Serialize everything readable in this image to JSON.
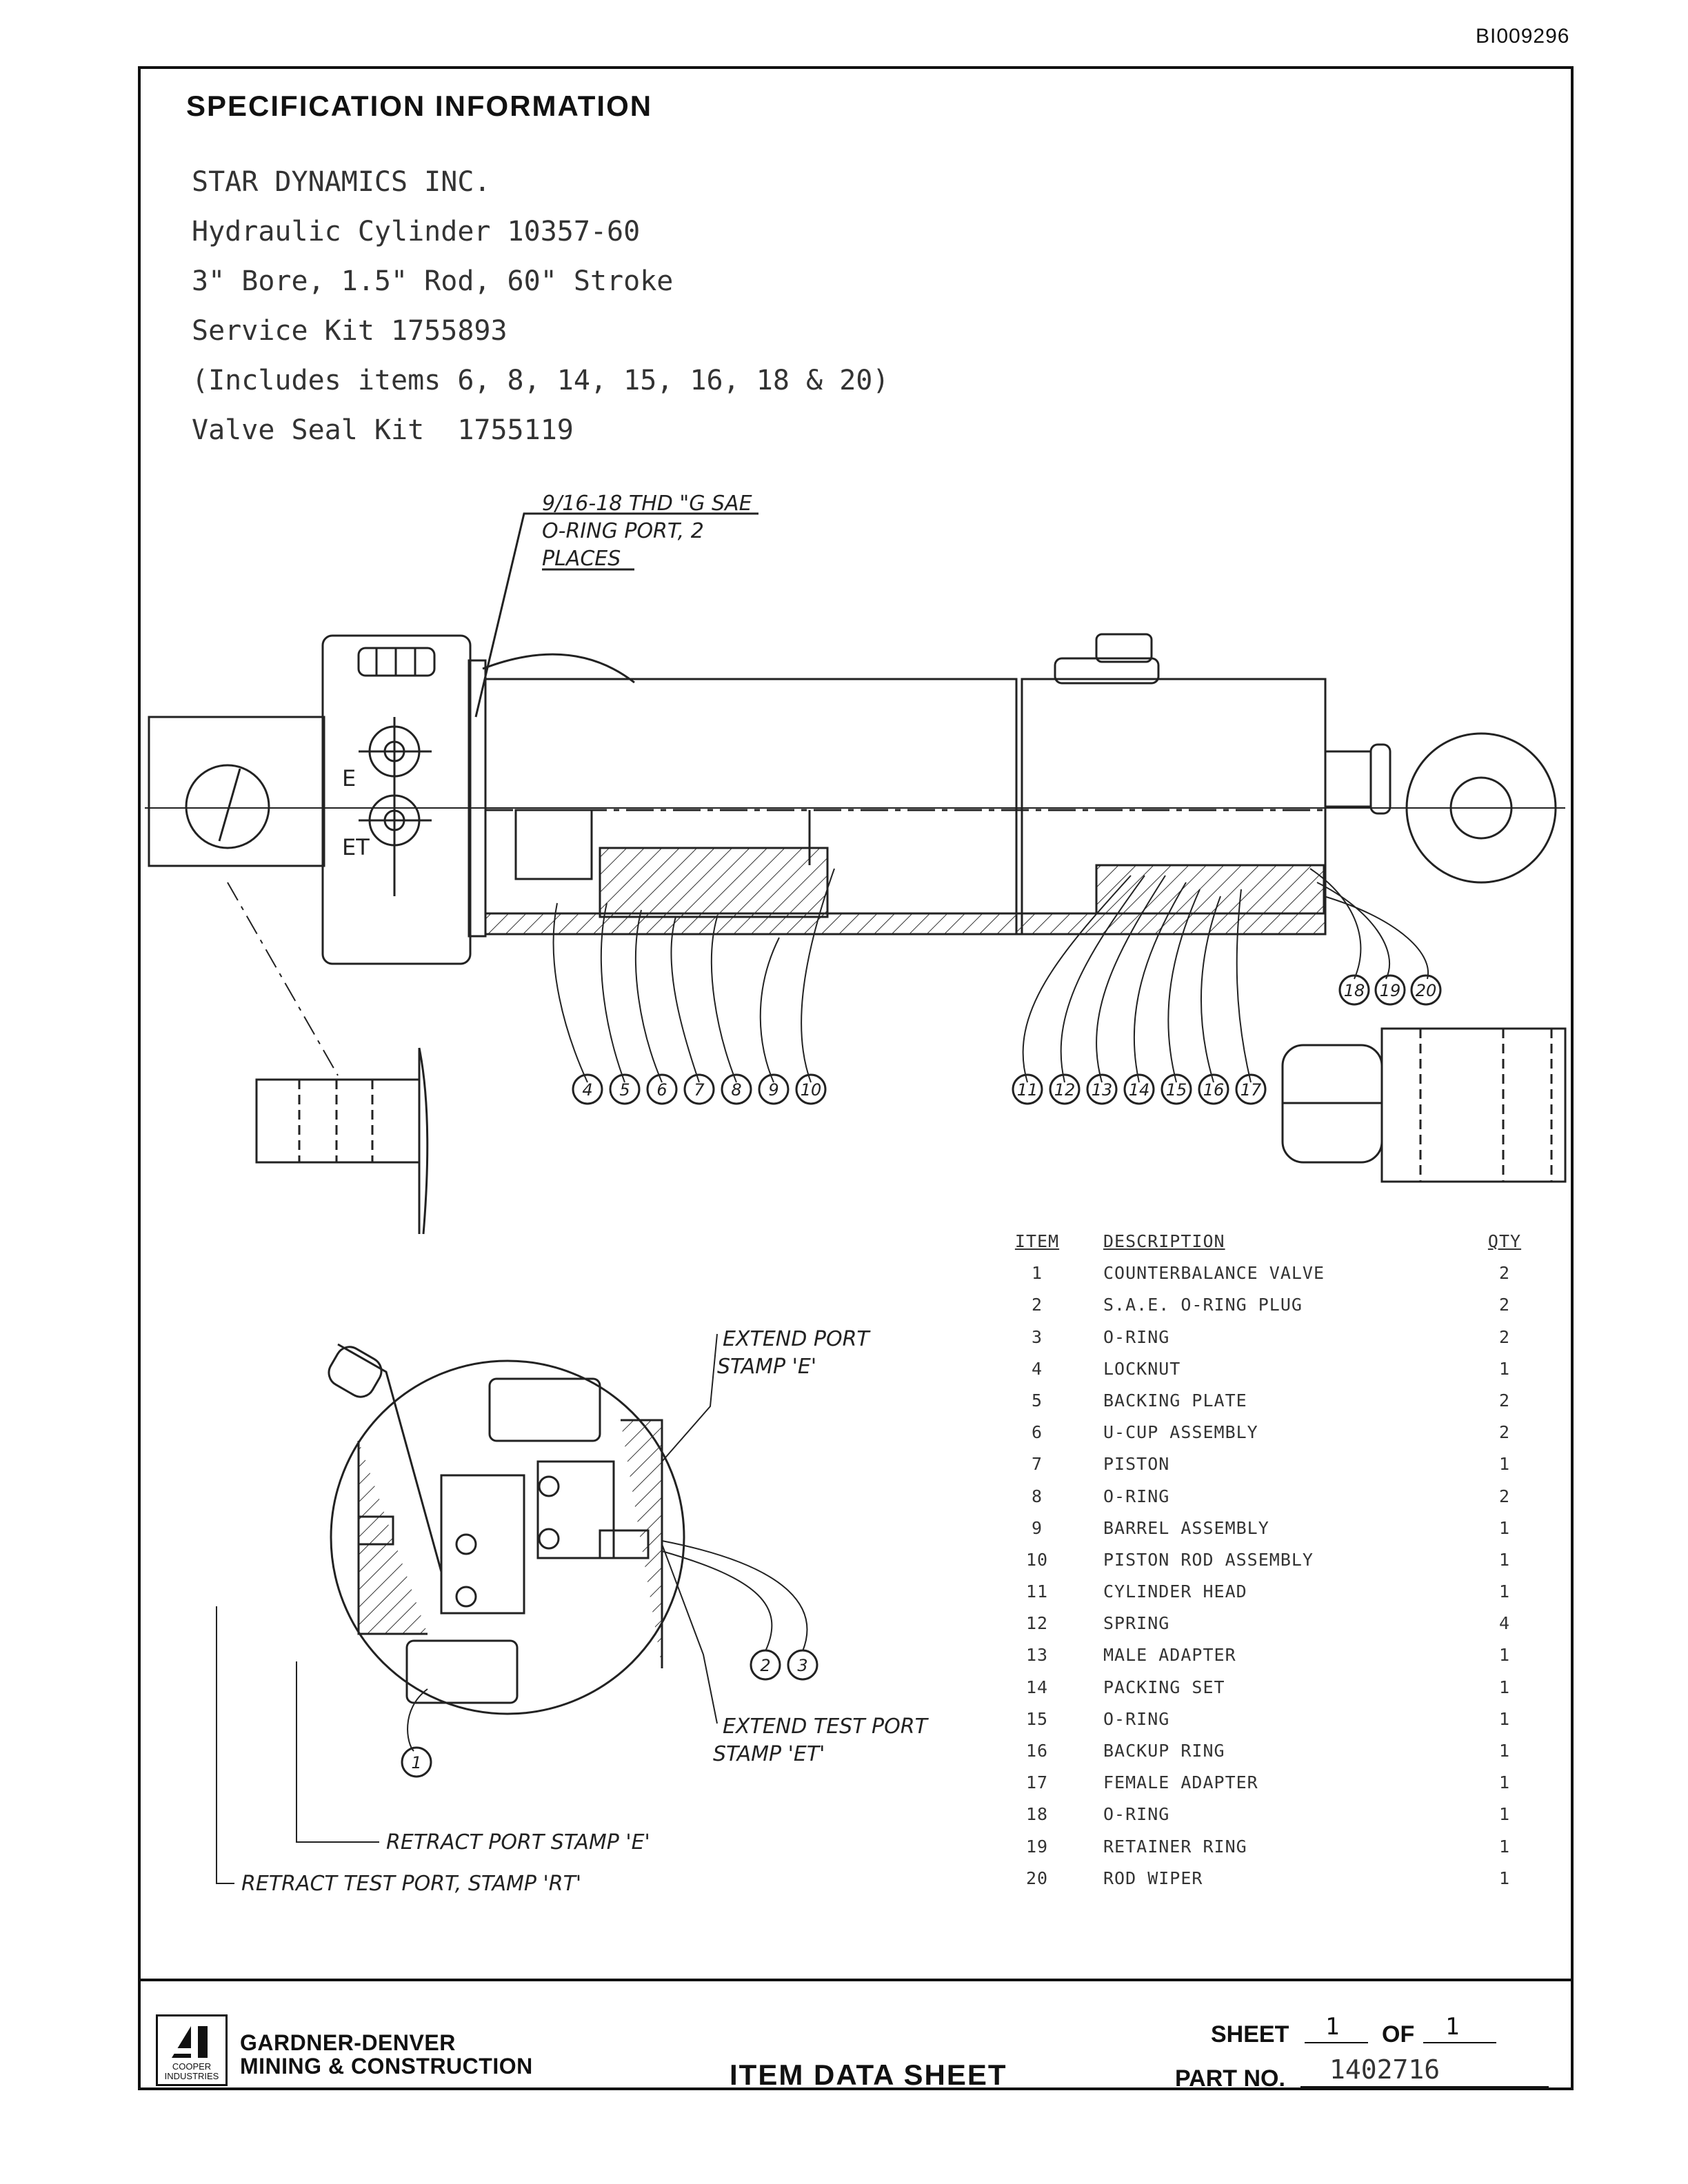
{
  "document_id": "BI009296",
  "spec": {
    "heading": "SPECIFICATION INFORMATION",
    "lines": [
      "STAR DYNAMICS INC.",
      "Hydraulic Cylinder 10357-60",
      "3\" Bore, 1.5\" Rod, 60\" Stroke",
      "Service Kit 1755893",
      "(Includes items 6, 8, 14, 15, 16, 18 & 20)",
      "Valve Seal Kit  1755119"
    ]
  },
  "drawing": {
    "port_note": [
      "9/16-18 THD \"G SAE",
      "O-RING PORT, 2",
      "PLACES"
    ],
    "port_letters": [
      "E",
      "ET"
    ],
    "balloons_left": [
      "4",
      "5",
      "6",
      "7",
      "8",
      "9",
      "10"
    ],
    "balloons_mid": [
      "11",
      "12",
      "13",
      "14",
      "15",
      "16",
      "17"
    ],
    "balloons_right": [
      "18",
      "19",
      "20"
    ],
    "balloons_valve": [
      "2",
      "3"
    ],
    "balloon_one": "1",
    "extend_port": [
      "EXTEND PORT",
      "STAMP 'E'"
    ],
    "extend_test_port": [
      "EXTEND TEST PORT",
      "STAMP 'ET'"
    ],
    "retract_port": "RETRACT PORT STAMP 'E'",
    "retract_test_port": "RETRACT TEST PORT, STAMP 'RT'"
  },
  "parts_table": {
    "headers": {
      "item": "ITEM",
      "description": "DESCRIPTION",
      "qty": "QTY"
    },
    "rows": [
      {
        "item": "1",
        "desc": "COUNTERBALANCE VALVE",
        "qty": "2"
      },
      {
        "item": "2",
        "desc": "S.A.E. O-RING PLUG",
        "qty": "2"
      },
      {
        "item": "3",
        "desc": "O-RING",
        "qty": "2"
      },
      {
        "item": "4",
        "desc": "LOCKNUT",
        "qty": "1"
      },
      {
        "item": "5",
        "desc": "BACKING PLATE",
        "qty": "2"
      },
      {
        "item": "6",
        "desc": "U-CUP ASSEMBLY",
        "qty": "2"
      },
      {
        "item": "7",
        "desc": "PISTON",
        "qty": "1"
      },
      {
        "item": "8",
        "desc": "O-RING",
        "qty": "2"
      },
      {
        "item": "9",
        "desc": "BARREL ASSEMBLY",
        "qty": "1"
      },
      {
        "item": "10",
        "desc": "PISTON ROD ASSEMBLY",
        "qty": "1"
      },
      {
        "item": "11",
        "desc": "CYLINDER HEAD",
        "qty": "1"
      },
      {
        "item": "12",
        "desc": "SPRING",
        "qty": "4"
      },
      {
        "item": "13",
        "desc": "MALE ADAPTER",
        "qty": "1"
      },
      {
        "item": "14",
        "desc": "PACKING SET",
        "qty": "1"
      },
      {
        "item": "15",
        "desc": "O-RING",
        "qty": "1"
      },
      {
        "item": "16",
        "desc": "BACKUP RING",
        "qty": "1"
      },
      {
        "item": "17",
        "desc": "FEMALE ADAPTER",
        "qty": "1"
      },
      {
        "item": "18",
        "desc": "O-RING",
        "qty": "1"
      },
      {
        "item": "19",
        "desc": "RETAINER RING",
        "qty": "1"
      },
      {
        "item": "20",
        "desc": "ROD WIPER",
        "qty": "1"
      }
    ]
  },
  "title_block": {
    "logo_mark": "CI",
    "logo_sub": [
      "COOPER",
      "INDUSTRIES"
    ],
    "company": [
      "GARDNER-DENVER",
      "MINING & CONSTRUCTION"
    ],
    "title": "ITEM DATA SHEET",
    "sheet_label": "SHEET",
    "sheet_num": "1",
    "of_label": "OF",
    "sheet_total": "1",
    "part_label": "PART NO.",
    "part_num": "1402716"
  }
}
